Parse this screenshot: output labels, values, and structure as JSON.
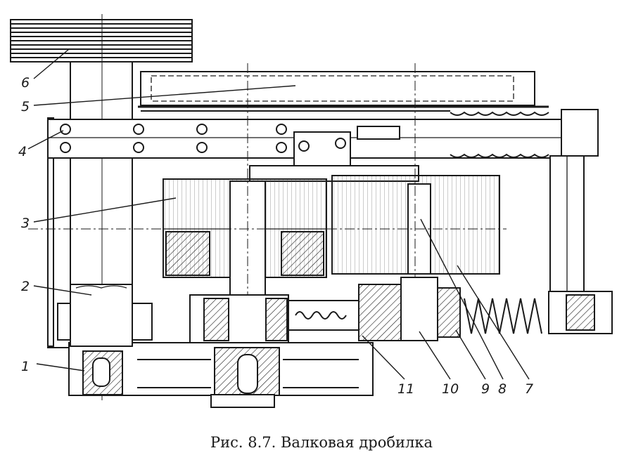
{
  "figure": {
    "caption": "Рис. 8.7. Валковая дробилка",
    "callouts": [
      "1",
      "2",
      "3",
      "4",
      "5",
      "6",
      "7",
      "8",
      "9",
      "10",
      "11"
    ],
    "ink_color": "#1a1a1a",
    "paper_color": "#ffffff"
  }
}
